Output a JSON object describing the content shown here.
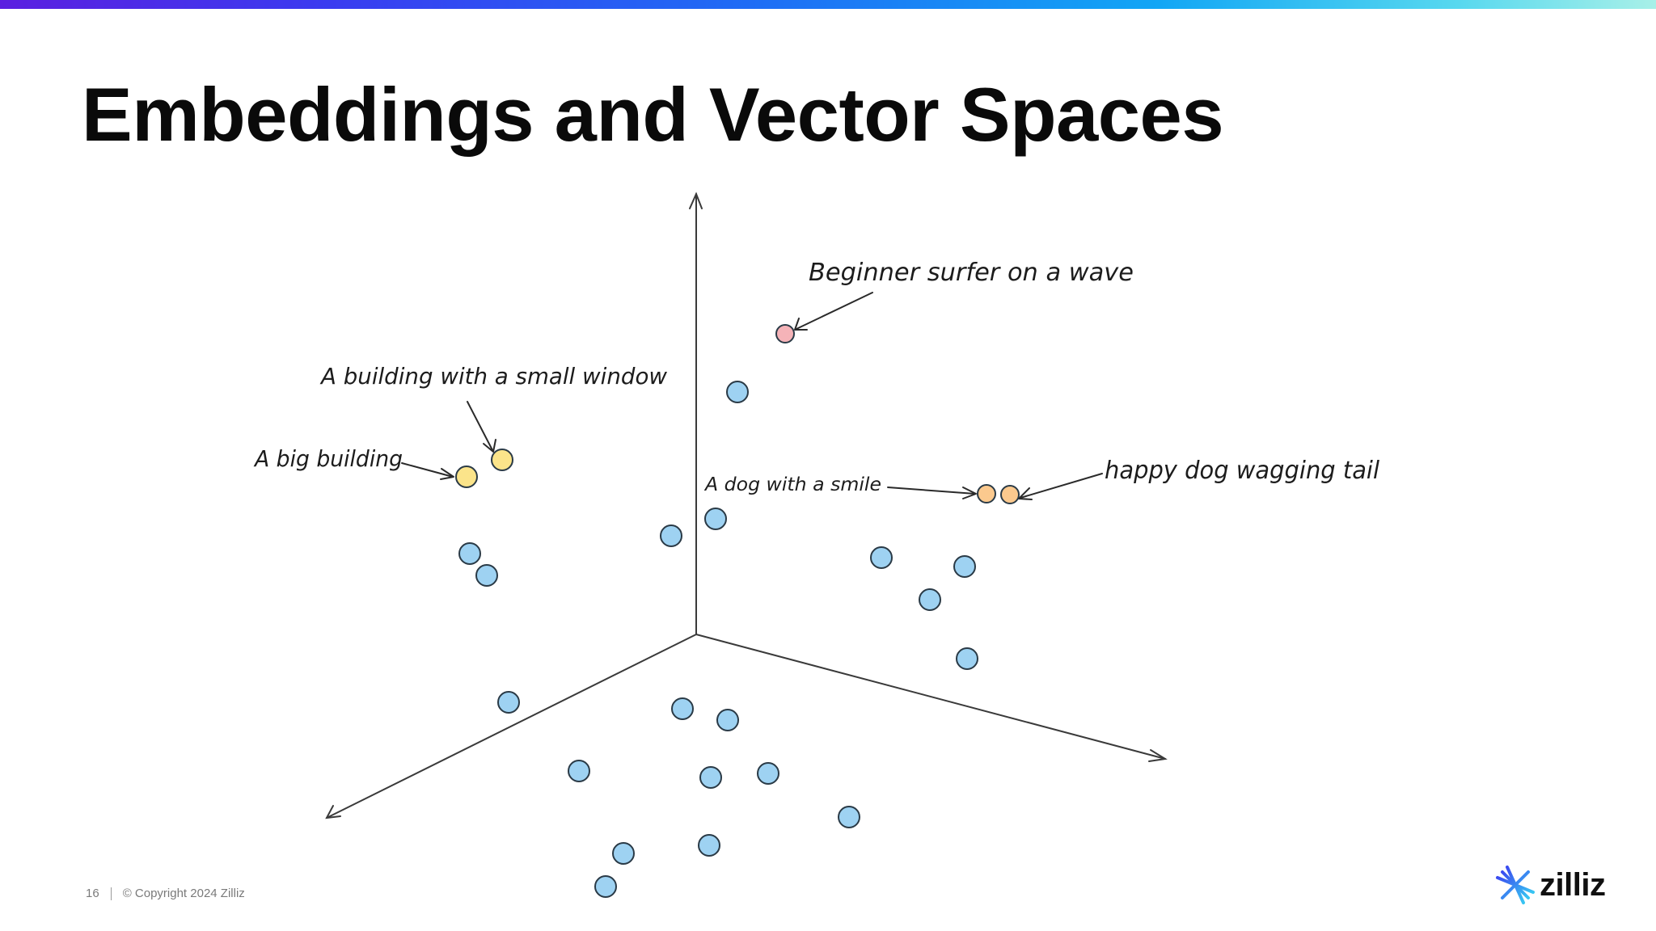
{
  "slide": {
    "title": "Embeddings and Vector Spaces",
    "page_number": "16",
    "copyright": "© Copyright 2024  Zilliz",
    "brand": "zilliz"
  },
  "diagram": {
    "labels": {
      "surfer": "Beginner surfer on a wave",
      "building_window": "A building with a small window",
      "big_building": "A big building",
      "dog_smile": "A dog with a smile",
      "happy_dog": "happy dog wagging tail"
    },
    "colors": {
      "blue": "#9ed2f2",
      "yellow": "#fbe48a",
      "orange": "#fbc98e",
      "pink": "#f5b3b8",
      "stroke": "#2a3a46"
    }
  }
}
